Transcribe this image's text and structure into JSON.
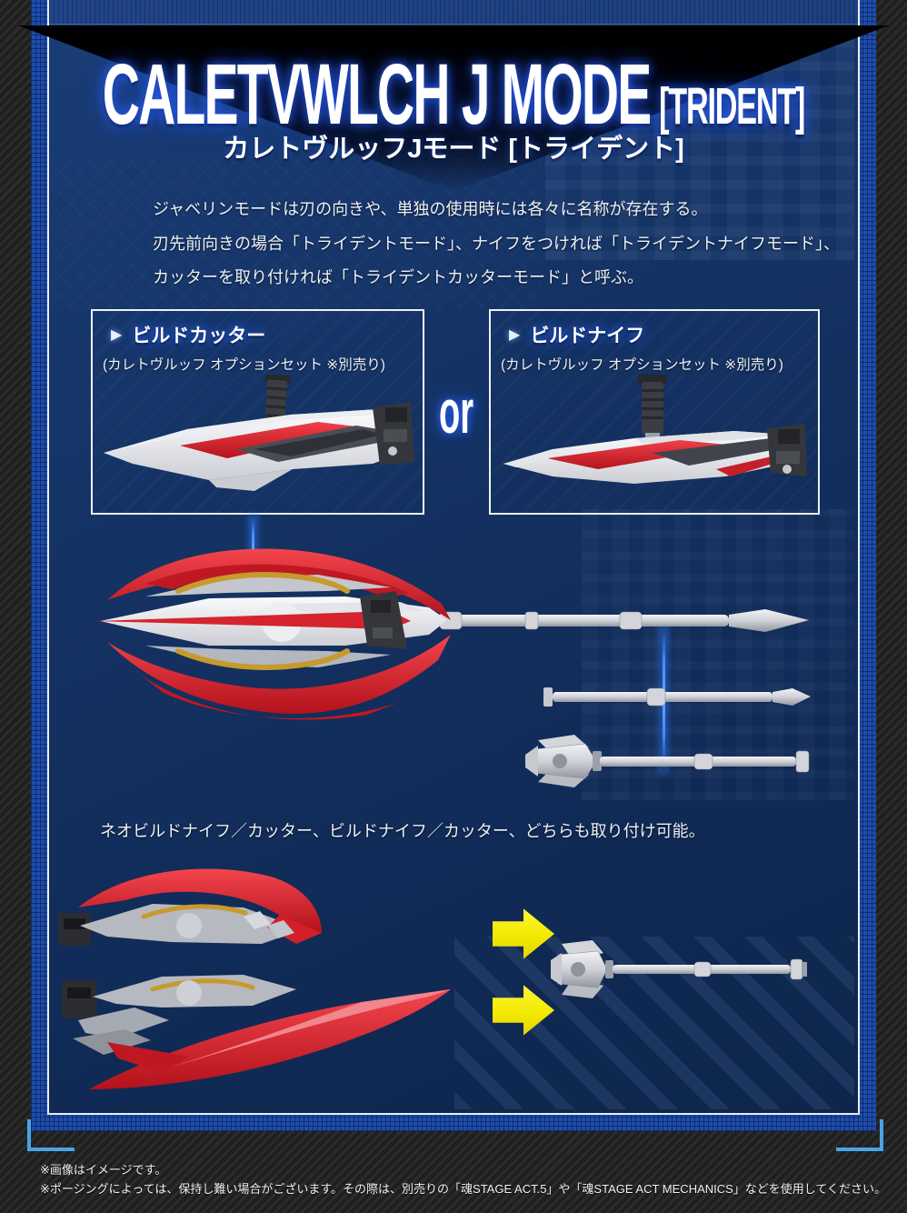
{
  "header": {
    "title_en": "CALETVWLCH J MODE",
    "title_suffix": "[TRIDENT]",
    "title_jp": "カレトヴルッフJモード [トライデント]"
  },
  "intro": {
    "lines": [
      "ジャベリンモードは刃の向きや、単独の使用時には各々に名称が存在する。",
      "刃先前向きの場合「トライデントモード」、ナイフをつければ「トライデントナイフモード」、",
      "カッターを取り付ければ「トライデントカッターモード」と呼ぶ。"
    ]
  },
  "options": {
    "or_label": "or",
    "cutter": {
      "label": "ビルドカッター",
      "note": "(カレトヴルッフ オプションセット ※別売り)"
    },
    "knife": {
      "label": "ビルドナイフ",
      "note": "(カレトヴルッフ オプションセット ※別売り)"
    }
  },
  "attach": {
    "note": "ネオビルドナイフ／カッター、ビルドナイフ／カッター、どちらも取り付け可能。"
  },
  "footer": {
    "lines": [
      "※画像はイメージです。",
      "※ポージングによっては、保持し難い場合がございます。その際は、別売りの「魂STAGE ACT.5」や「魂STAGE ACT MECHANICS」などを使用してください。"
    ]
  },
  "icons": {
    "play_triangle": "▶",
    "yellow_arrow": "right-block-arrow"
  },
  "colors": {
    "panel_navy": "#122e5e",
    "band_blue": "#1d4dab",
    "banner_black": "#000000",
    "glow_blue": "#2a6bff",
    "accent_yellow": "#f3e800",
    "blade_red": "#d8232c",
    "metal_silver": "#c9cbd1",
    "bracket_blue": "#49a3e6",
    "background_stripe": "#262626"
  }
}
